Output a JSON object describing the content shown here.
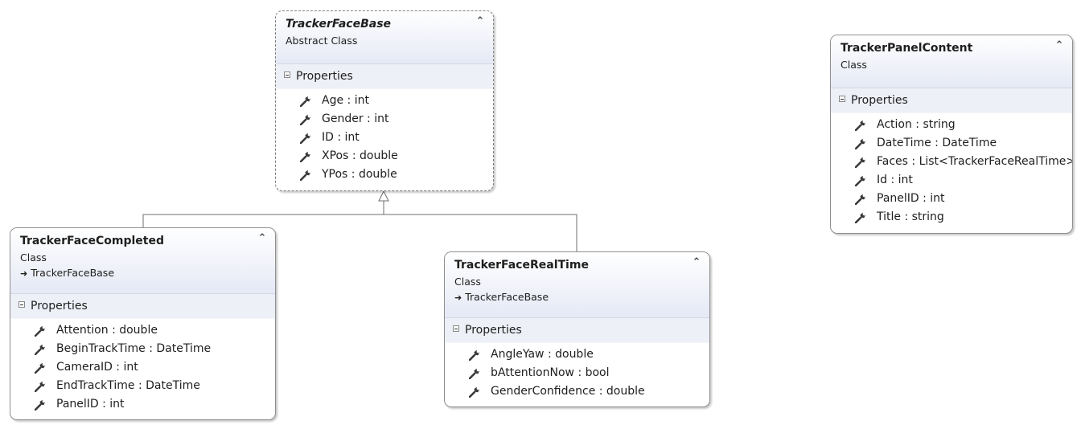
{
  "section_label": "Properties",
  "classes": {
    "base": {
      "name": "TrackerFaceBase",
      "kind": "Abstract Class",
      "properties": [
        "Age : int",
        "Gender : int",
        "ID : int",
        "XPos : double",
        "YPos : double"
      ]
    },
    "completed": {
      "name": "TrackerFaceCompleted",
      "kind": "Class",
      "inherits": "TrackerFaceBase",
      "properties": [
        "Attention : double",
        "BeginTrackTime : DateTime",
        "CameraID : int",
        "EndTrackTime : DateTime",
        "PanelID : int"
      ]
    },
    "realtime": {
      "name": "TrackerFaceRealTime",
      "kind": "Class",
      "inherits": "TrackerFaceBase",
      "properties": [
        "AngleYaw : double",
        "bAttentionNow : bool",
        "GenderConfidence : double"
      ]
    },
    "panel": {
      "name": "TrackerPanelContent",
      "kind": "Class",
      "properties": [
        "Action : string",
        "DateTime : DateTime",
        "Faces : List<TrackerFaceRealTime>",
        "Id : int",
        "PanelID : int",
        "Title : string"
      ]
    }
  },
  "icons": {
    "collapse": "double-chevron-up-icon",
    "section_toggle": "minus-box-icon",
    "property": "wrench-icon",
    "inherits": "arrow-right-icon"
  }
}
